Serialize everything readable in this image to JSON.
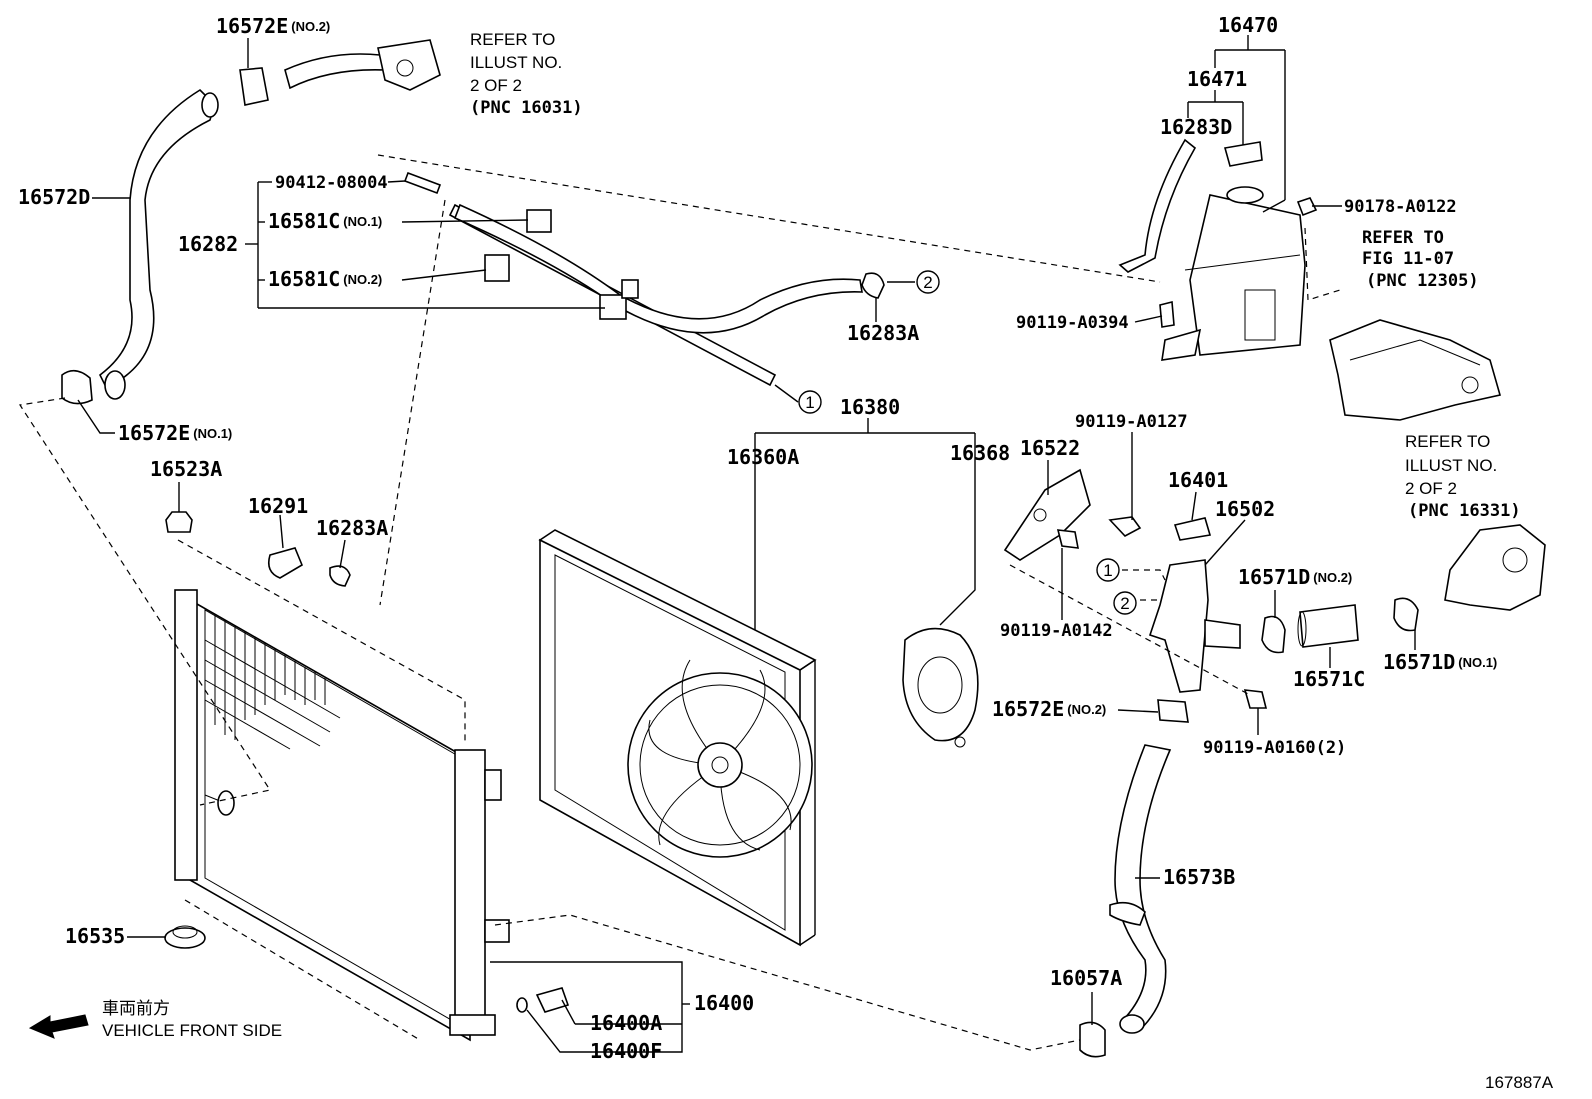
{
  "diagram_id": "167887A",
  "legend": {
    "direction_jp": "車両前方",
    "direction_en": "VEHICLE FRONT SIDE"
  },
  "references": [
    {
      "lines": [
        "REFER TO",
        "ILLUST NO.",
        "2 OF 2",
        "(PNC 16031)"
      ]
    },
    {
      "lines": [
        "REFER TO",
        "FIG 11-07",
        "(PNC 12305)"
      ]
    },
    {
      "lines": [
        "REFER TO",
        "ILLUST NO.",
        "2 OF 2",
        "(PNC 16331)"
      ]
    }
  ],
  "callouts": {
    "one": "1",
    "two": "2"
  },
  "parts": {
    "p16572E_no2_top": {
      "code": "16572E",
      "suffix": "(NO.2)"
    },
    "p16572D": {
      "code": "16572D"
    },
    "p90412": {
      "code": "90412-08004"
    },
    "p16581C_no1": {
      "code": "16581C",
      "suffix": "(NO.1)"
    },
    "p16282": {
      "code": "16282"
    },
    "p16581C_no2": {
      "code": "16581C",
      "suffix": "(NO.2)"
    },
    "p16283A_top": {
      "code": "16283A"
    },
    "p16572E_no1": {
      "code": "16572E",
      "suffix": "(NO.1)"
    },
    "p16523A": {
      "code": "16523A"
    },
    "p16291": {
      "code": "16291"
    },
    "p16283A_mid": {
      "code": "16283A"
    },
    "p16535": {
      "code": "16535"
    },
    "p16400A": {
      "code": "16400A"
    },
    "p16400": {
      "code": "16400"
    },
    "p16400F": {
      "code": "16400F"
    },
    "p16380": {
      "code": "16380"
    },
    "p16360A": {
      "code": "16360A"
    },
    "p16368": {
      "code": "16368"
    },
    "p16470": {
      "code": "16470"
    },
    "p16471": {
      "code": "16471"
    },
    "p16283D": {
      "code": "16283D"
    },
    "p90178": {
      "code": "90178-A0122"
    },
    "p90119_0394": {
      "code": "90119-A0394"
    },
    "p90119_0127": {
      "code": "90119-A0127"
    },
    "p16522": {
      "code": "16522"
    },
    "p16401": {
      "code": "16401"
    },
    "p16502": {
      "code": "16502"
    },
    "p16571D_no2": {
      "code": "16571D",
      "suffix": "(NO.2)"
    },
    "p90119_0142": {
      "code": "90119-A0142"
    },
    "p16571C": {
      "code": "16571C"
    },
    "p16571D_no1": {
      "code": "16571D",
      "suffix": "(NO.1)"
    },
    "p16572E_no2_mid": {
      "code": "16572E",
      "suffix": "(NO.2)"
    },
    "p90119_0160": {
      "code": "90119-A0160(2)"
    },
    "p16573B": {
      "code": "16573B"
    },
    "p16057A": {
      "code": "16057A"
    }
  }
}
